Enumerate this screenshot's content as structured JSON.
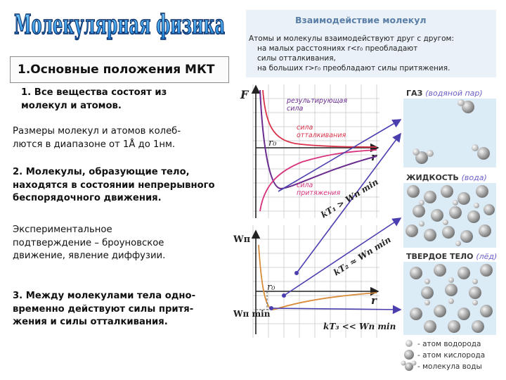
{
  "title": "Молекулярная физика",
  "section_heading": "1.Основные положения МКТ",
  "statements": [
    "1. Все вещества состоят из\nмолекул и атомов.",
    "Размеры молекул и атомов колеб-\nлются в диапазоне от 1Å до 1нм.",
    "2. Молекулы, образующие тело,\nнаходятся в состоянии непрерывного\nбеспорядочного движения.",
    "Экспериментальное\nподтверждение – броуновское\nдвижение, явление диффузии.",
    "3. Между молекулами тела одно-\nвременно действуют силы притя-\nжения и силы отталкивания."
  ],
  "diagram": {
    "heading": "Взаимодействие молекул",
    "intro_lines": [
      "Атомы и молекулы взаимодействуют друг с другом:",
      "на малых расстояниях r<r₀ преобладают",
      "силы отталкивания,",
      "на больших r>r₀ преобладают силы притяжения."
    ],
    "force_graph": {
      "y_axis": "F",
      "x_axis": "r",
      "r0": "r₀",
      "labels": {
        "resultant": [
          "результирующая",
          "сила"
        ],
        "repulsion": [
          "сила",
          "отталкивания"
        ],
        "attraction": [
          "сила",
          "притяжения"
        ]
      }
    },
    "energy_graph": {
      "y_axis": "Wп",
      "x_axis": "r",
      "r0": "r₀",
      "w_min": "Wп min"
    },
    "relations": [
      "kT₁ > Wп min",
      "kT₂ ≈ Wп min",
      "kT₃ << Wп min"
    ],
    "states": [
      {
        "name": "ГАЗ",
        "example": "(водяной пар)"
      },
      {
        "name": "ЖИДКОСТЬ",
        "example": "(вода)"
      },
      {
        "name": "ТВЕРДОЕ ТЕЛО",
        "example": "(лёд)"
      }
    ],
    "legend": [
      "- атом водорода",
      "- атом кислорода",
      "- молекула воды"
    ],
    "colors": {
      "resultant": "#6a2b8e",
      "repulsion": "#d8334a",
      "attraction": "#d8337c",
      "energy": "#d98c3a",
      "arrow": "#4b3fb0",
      "header": "#5b7fa6"
    }
  }
}
